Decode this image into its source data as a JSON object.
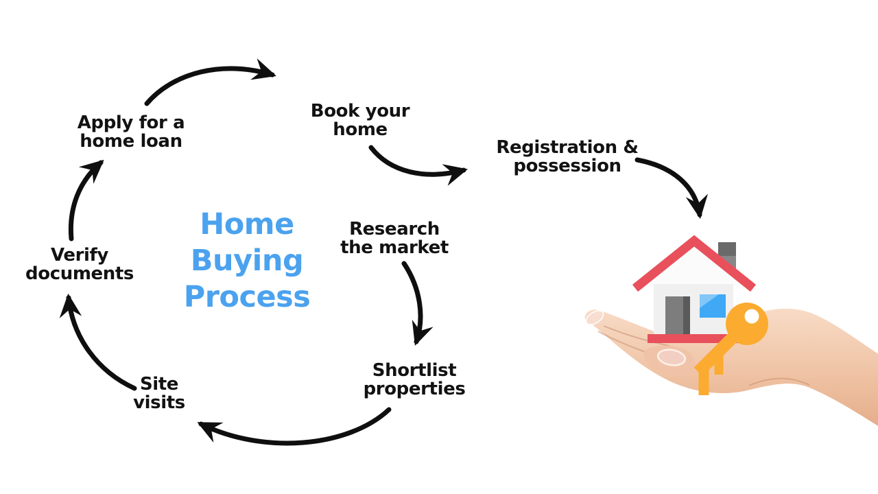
{
  "title": {
    "line1": "Home",
    "line2": "Buying",
    "line3": "Process"
  },
  "steps": {
    "research": {
      "line1": "Research",
      "line2": "the market"
    },
    "shortlist": {
      "line1": "Shortlist",
      "line2": "properties"
    },
    "site": {
      "line1": "Site",
      "line2": "visits"
    },
    "verify": {
      "line1": "Verify",
      "line2": "documents"
    },
    "apply": {
      "line1": "Apply for a",
      "line2": "home loan"
    },
    "book": {
      "line1": "Book your",
      "line2": "home"
    },
    "registration": {
      "line1": "Registration &",
      "line2": "possession"
    }
  },
  "colors": {
    "accent_blue": "#4BA2EE",
    "arrow_black": "#0f0f0f",
    "text_black": "#121212",
    "roof_red": "#E8505B",
    "base_red": "#E8505B",
    "window_blue": "#3FA9F5",
    "door_gray": "#7d7d7d",
    "chimney_gray": "#878787",
    "key_orange": "#FBAB30",
    "skin_light": "#f8dbc6",
    "skin_dark": "#e5ad8b"
  },
  "icons": {
    "house": "house-icon",
    "key": "key-icon",
    "hand": "hand-holding-image",
    "arrows": "curved-arrow"
  }
}
